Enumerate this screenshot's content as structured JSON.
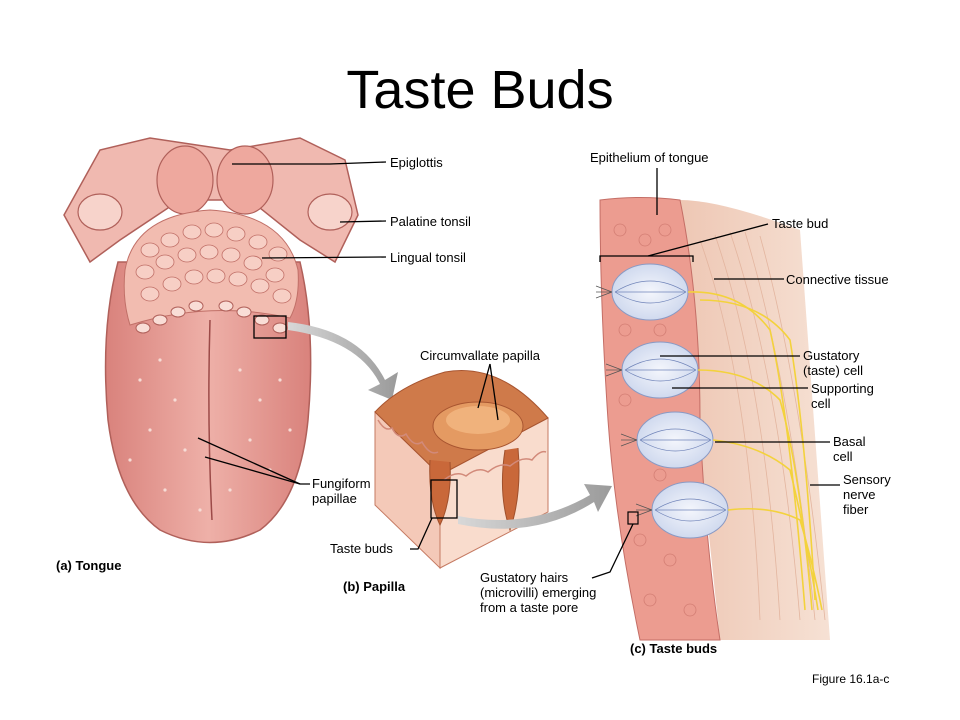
{
  "title": "Taste Buds",
  "figure_ref": "Figure 16.1a-c",
  "panels": {
    "a": {
      "caption": "(a) Tongue",
      "labels": {
        "epiglottis": "Epiglottis",
        "palatine_tonsil": "Palatine tonsil",
        "lingual_tonsil": "Lingual tonsil",
        "fungiform": [
          "Fungiform",
          "papillae"
        ]
      }
    },
    "b": {
      "caption": "(b) Papilla",
      "labels": {
        "circumvallate": "Circumvallate papilla",
        "taste_buds": "Taste buds"
      }
    },
    "c": {
      "caption": "(c) Taste buds",
      "labels": {
        "epithelium": "Epithelium of tongue",
        "taste_bud": "Taste bud",
        "connective": "Connective tissue",
        "gustatory": [
          "Gustatory",
          "(taste) cell"
        ],
        "supporting": [
          "Supporting",
          "cell"
        ],
        "basal": [
          "Basal",
          "cell"
        ],
        "sensory": [
          "Sensory",
          "nerve",
          "fiber"
        ],
        "hairs": [
          "Gustatory hairs",
          "(microvilli) emerging",
          "from a taste pore"
        ]
      }
    }
  },
  "colors": {
    "tongue": "#e8a09a",
    "tongue_dark": "#c9706c",
    "tonsil": "#f2b8ae",
    "papilla": "#d07040",
    "epithelium": "#ec9c90",
    "connective": "#f2d3c0",
    "bud": "#dfe6f4",
    "nerve": "#f3d23c",
    "arrow": "#a8a8a8"
  }
}
